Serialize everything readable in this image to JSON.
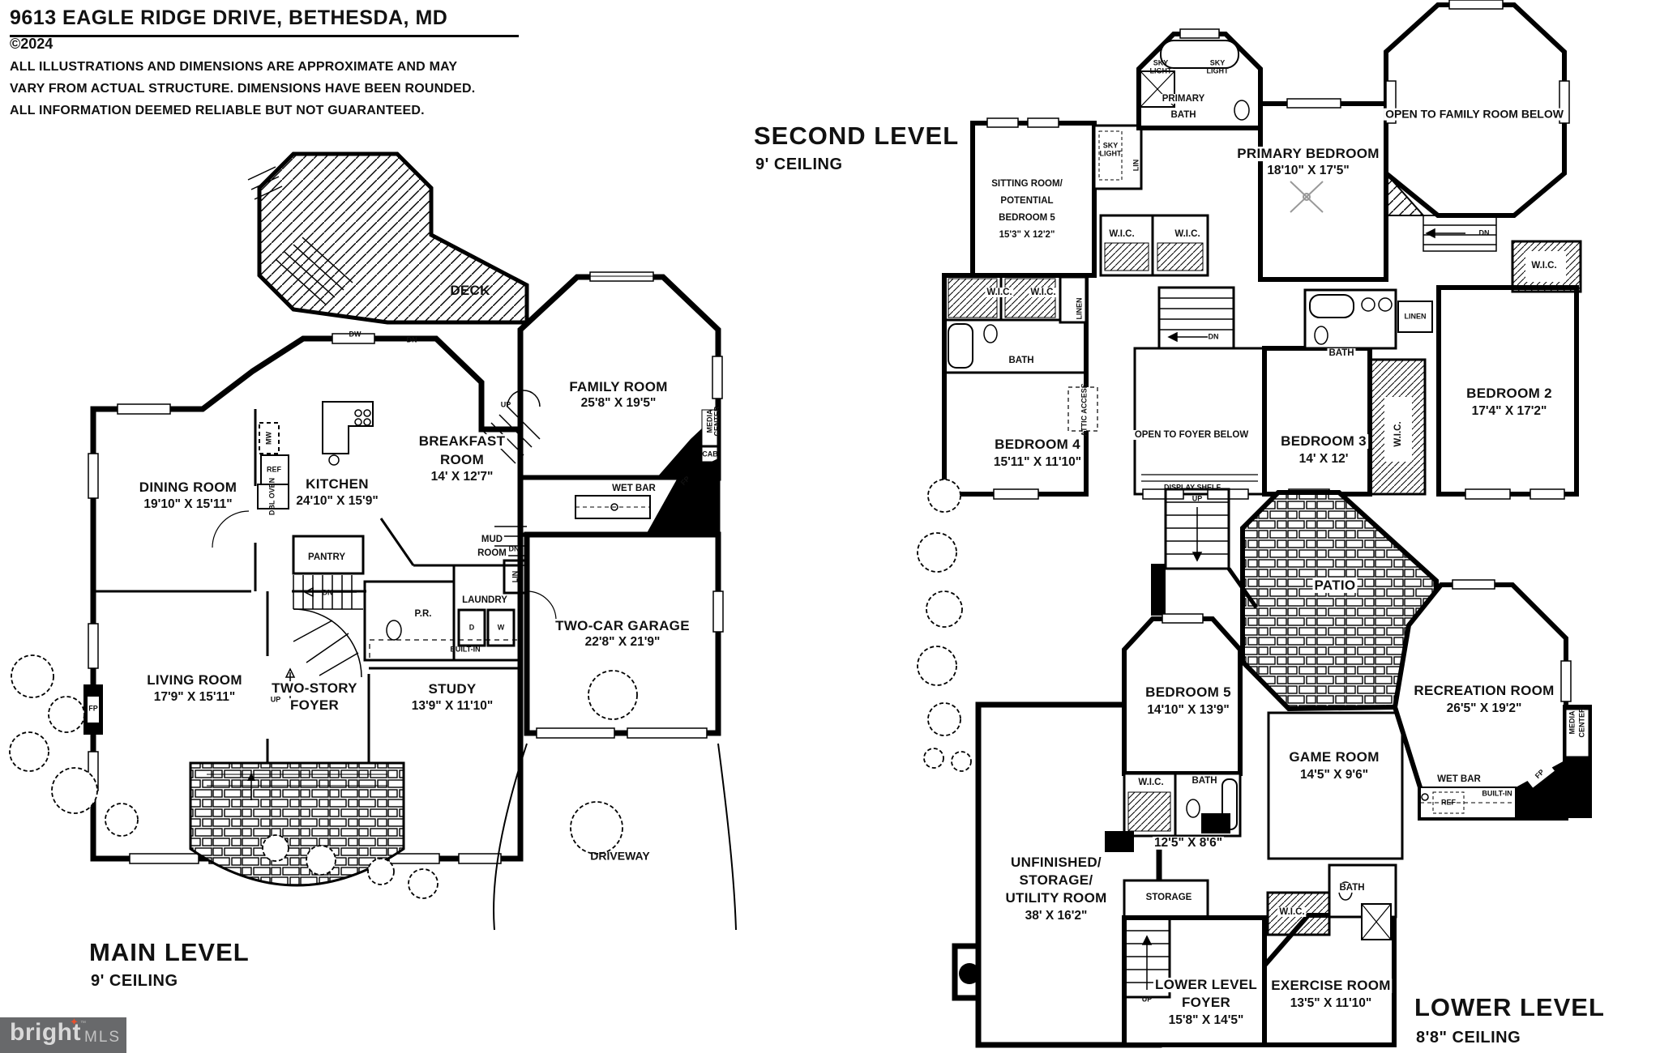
{
  "header": {
    "address": "9613 EAGLE RIDGE DRIVE, BETHESDA, MD",
    "copyright": "©2024",
    "disclaimer": [
      "ALL ILLUSTRATIONS AND DIMENSIONS ARE APPROXIMATE AND MAY",
      "VARY FROM ACTUAL STRUCTURE. DIMENSIONS HAVE BEEN ROUNDED.",
      "ALL INFORMATION DEEMED RELIABLE BUT NOT GUARANTEED."
    ]
  },
  "shared": {
    "wic": "W.I.C.",
    "bath": "BATH",
    "linen": "LINEN",
    "lin": "LIN",
    "dn": "DN",
    "up": "UP",
    "fp": "FP",
    "ref": "REF",
    "dw": "DW",
    "mw": "MW",
    "dbl_oven": "DBL OVEN",
    "built_in": "BUILT-IN",
    "media": "MEDIA",
    "center": "CENTER",
    "cab": "CAB",
    "wet_bar": "WET BAR",
    "sky": "SKY",
    "light": "LIGHT",
    "d": "D",
    "w": "W",
    "storage": "STORAGE",
    "display_shelf": "DISPLAY SHELF",
    "attic_access": "ATTIC ACCESS"
  },
  "levels": {
    "main": {
      "title": "MAIN LEVEL",
      "ceiling": "9' CEILING",
      "rooms": {
        "deck": {
          "name": "DECK"
        },
        "family_room": {
          "name": "FAMILY ROOM",
          "dims": "25'8\" X 19'5\""
        },
        "breakfast_room": {
          "line1": "BREAKFAST",
          "line2": "ROOM",
          "dims": "14' X 12'7\""
        },
        "kitchen": {
          "name": "KITCHEN",
          "dims": "24'10\" X 15'9\""
        },
        "dining_room": {
          "name": "DINING ROOM",
          "dims": "19'10\" X 15'11\""
        },
        "living_room": {
          "name": "LIVING ROOM",
          "dims": "17'9\" X 15'11\""
        },
        "foyer": {
          "line1": "TWO-STORY",
          "line2": "FOYER"
        },
        "study": {
          "name": "STUDY",
          "dims": "13'9\" X 11'10\""
        },
        "garage": {
          "name": "TWO-CAR GARAGE",
          "dims": "22'8\" X 21'9\""
        },
        "pantry": {
          "name": "PANTRY"
        },
        "mud_room": {
          "line1": "MUD",
          "line2": "ROOM"
        },
        "laundry": {
          "name": "LAUNDRY"
        },
        "powder_room": {
          "name": "P.R."
        },
        "driveway": {
          "name": "DRIVEWAY"
        }
      }
    },
    "second": {
      "title": "SECOND LEVEL",
      "ceiling": "9' CEILING",
      "rooms": {
        "primary_bath": {
          "line1": "PRIMARY",
          "line2": "BATH"
        },
        "primary_bedroom": {
          "name": "PRIMARY BEDROOM",
          "dims": "18'10\" X 17'5\""
        },
        "open_family": {
          "name": "OPEN TO FAMILY ROOM BELOW"
        },
        "sitting_room": {
          "line1": "SITTING ROOM/",
          "line2": "POTENTIAL",
          "line3": "BEDROOM 5",
          "dims": "15'3\" X 12'2\""
        },
        "bedroom_2": {
          "name": "BEDROOM 2",
          "dims": "17'4\" X 17'2\""
        },
        "bedroom_3": {
          "name": "BEDROOM 3",
          "dims": "14' X 12'"
        },
        "bedroom_4": {
          "name": "BEDROOM 4",
          "dims": "15'11\" X 11'10\""
        },
        "open_foyer": {
          "name": "OPEN TO FOYER BELOW"
        }
      }
    },
    "lower": {
      "title": "LOWER LEVEL",
      "ceiling": "8'8\" CEILING",
      "rooms": {
        "patio": {
          "name": "PATIO"
        },
        "bedroom_5": {
          "name": "BEDROOM 5",
          "dims": "14'10\" X 13'9\""
        },
        "recreation_room": {
          "name": "RECREATION ROOM",
          "dims": "26'5\" X 19'2\""
        },
        "game_room": {
          "name": "GAME ROOM",
          "dims": "14'5\" X 9'6\""
        },
        "hall_dims": "12'5\" X 8'6\"",
        "unfinished": {
          "line1": "UNFINISHED/",
          "line2": "STORAGE/",
          "line3": "UTILITY ROOM",
          "dims": "38' X 16'2\""
        },
        "foyer": {
          "line1": "LOWER LEVEL",
          "line2": "FOYER",
          "dims": "15'8\" X 14'5\""
        },
        "exercise_room": {
          "name": "EXERCISE ROOM",
          "dims": "13'5\" X 11'10\""
        }
      }
    }
  },
  "logo": {
    "brand": "bright",
    "tm": "™",
    "suffix": "MLS",
    "star": "✦"
  }
}
